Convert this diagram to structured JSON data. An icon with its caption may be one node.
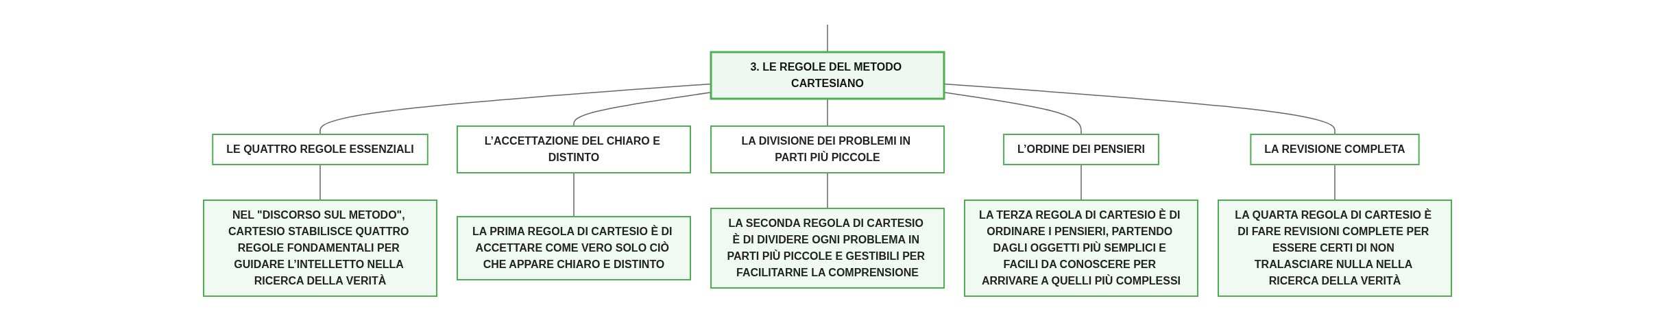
{
  "diagram": {
    "nodes": [
      {
        "text": [
          "3. LE REGOLE DEL METODO CARTESIANO"
        ]
      },
      {
        "text": [
          "LE QUATTRO REGOLE ESSENZIALI"
        ]
      },
      {
        "text": [
          "L’ACCETTAZIONE DEL CHIARO E DISTINTO"
        ]
      },
      {
        "text": [
          "LA DIVISIONE DEI PROBLEMI IN PARTI PIÙ PICCOLE"
        ]
      },
      {
        "text": [
          "L’ORDINE DEI PENSIERI"
        ]
      },
      {
        "text": [
          "LA REVISIONE COMPLETA"
        ]
      },
      {
        "text": [
          "NEL \"DISCORSO SUL METODO\", CARTESIO STABILISCE QUATTRO REGOLE FONDAMENTALI PER GUIDARE L’INTELLETTO NELLA RICERCA DELLA VERITÀ"
        ]
      },
      {
        "text": [
          "LA PRIMA REGOLA DI CARTESIO È DI ACCETTARE COME VERO SOLO CIÒ CHE APPARE CHIARO E DISTINTO"
        ]
      },
      {
        "text": [
          "LA SECONDA REGOLA DI CARTESIO È DI DIVIDERE OGNI PROBLEMA IN PARTI PIÙ PICCOLE E GESTIBILI PER FACILITARNE LA COMPRENSIONE"
        ]
      },
      {
        "text": [
          "LA TERZA REGOLA DI CARTESIO È DI ORDINARE I PENSIERI, PARTENDO DAGLI OGGETTI PIÙ SEMPLICI E FACILI DA CONOSCERE PER ARRIVARE A QUELLI PIÙ COMPLESSI"
        ]
      },
      {
        "text": [
          "LA QUARTA REGOLA DI CARTESIO È DI FARE REVISIONI COMPLETE PER ESSERE CERTI DI NON TRALASCIARE NULLA NELLA RICERCA DELLA VERITÀ"
        ]
      }
    ],
    "edges": [
      {
        "from": null,
        "to": 0,
        "arrow": "none"
      },
      {
        "from": 0,
        "to": 1,
        "arrow": "none"
      },
      {
        "from": 0,
        "to": 2,
        "arrow": "none"
      },
      {
        "from": 0,
        "to": 3,
        "arrow": "none"
      },
      {
        "from": 0,
        "to": 4,
        "arrow": "none"
      },
      {
        "from": 0,
        "to": 5,
        "arrow": "none"
      },
      {
        "from": 1,
        "to": 6,
        "arrow": "none"
      },
      {
        "from": 2,
        "to": 7,
        "arrow": "none"
      },
      {
        "from": 3,
        "to": 8,
        "arrow": "none"
      },
      {
        "from": 4,
        "to": 9,
        "arrow": "none"
      },
      {
        "from": 5,
        "to": 10,
        "arrow": "none"
      }
    ]
  }
}
